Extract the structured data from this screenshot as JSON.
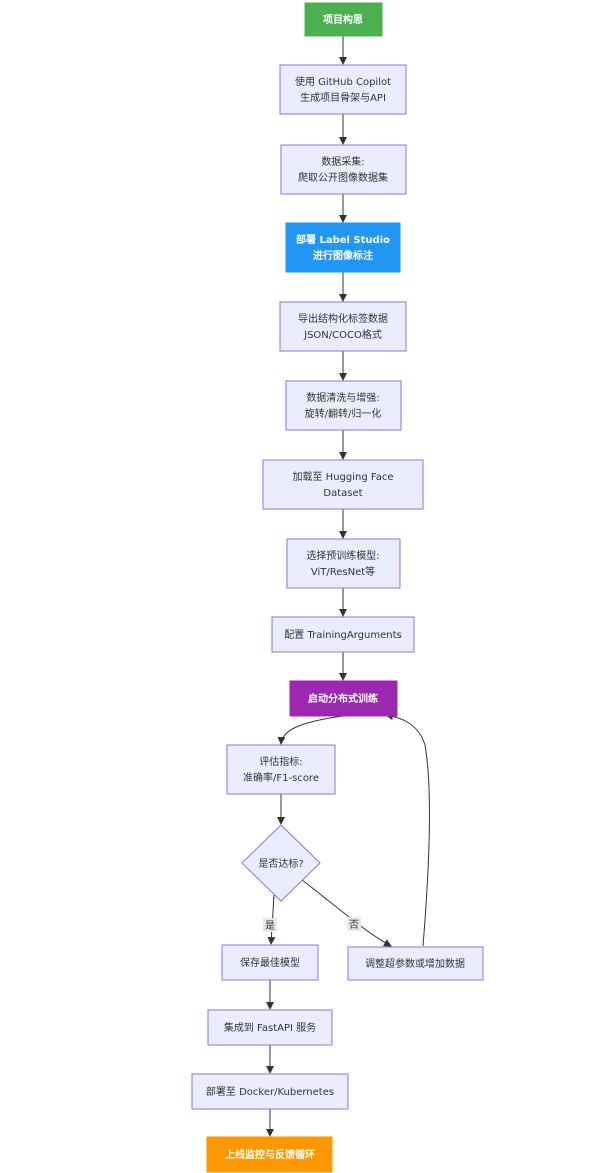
{
  "nodes": {
    "n1": {
      "lines": [
        "项目构思"
      ],
      "fill": "#4CAF50",
      "text": "#ffffff"
    },
    "n2": {
      "lines": [
        "使用 GitHub Copilot",
        "生成项目骨架与API"
      ]
    },
    "n3": {
      "lines": [
        "数据采集:",
        "爬取公开图像数据集"
      ]
    },
    "n4": {
      "lines": [
        "部署 Label Studio",
        "进行图像标注"
      ],
      "fill": "#2196F3",
      "text": "#ffffff"
    },
    "n5": {
      "lines": [
        "导出结构化标签数据",
        "JSON/COCO格式"
      ]
    },
    "n6": {
      "lines": [
        "数据清洗与增强:",
        "旋转/翻转/归一化"
      ]
    },
    "n7": {
      "lines": [
        "加载至 Hugging Face",
        "Dataset"
      ]
    },
    "n8": {
      "lines": [
        "选择预训练模型:",
        "ViT/ResNet等"
      ]
    },
    "n9": {
      "lines": [
        "配置 TrainingArguments"
      ]
    },
    "n10": {
      "lines": [
        "启动分布式训练"
      ],
      "fill": "#9C27B0",
      "text": "#ffffff"
    },
    "n11": {
      "lines": [
        "评估指标:",
        "准确率/F1-score"
      ]
    },
    "n12": {
      "lines": [
        "是否达标?"
      ]
    },
    "n13": {
      "lines": [
        "保存最佳模型"
      ]
    },
    "n14": {
      "lines": [
        "调整超参数或增加数据"
      ]
    },
    "n15": {
      "lines": [
        "集成到 FastAPI 服务"
      ]
    },
    "n16": {
      "lines": [
        "部署至 Docker/Kubernetes"
      ]
    },
    "n17": {
      "lines": [
        "上线监控与反馈循环"
      ],
      "fill": "#FF9800",
      "text": "#ffffff"
    }
  },
  "edge_labels": {
    "yes": "是",
    "no": "否"
  },
  "colors": {
    "node_fill": "#ECECFF",
    "node_stroke": "#9370DB",
    "edge": "#333333"
  }
}
